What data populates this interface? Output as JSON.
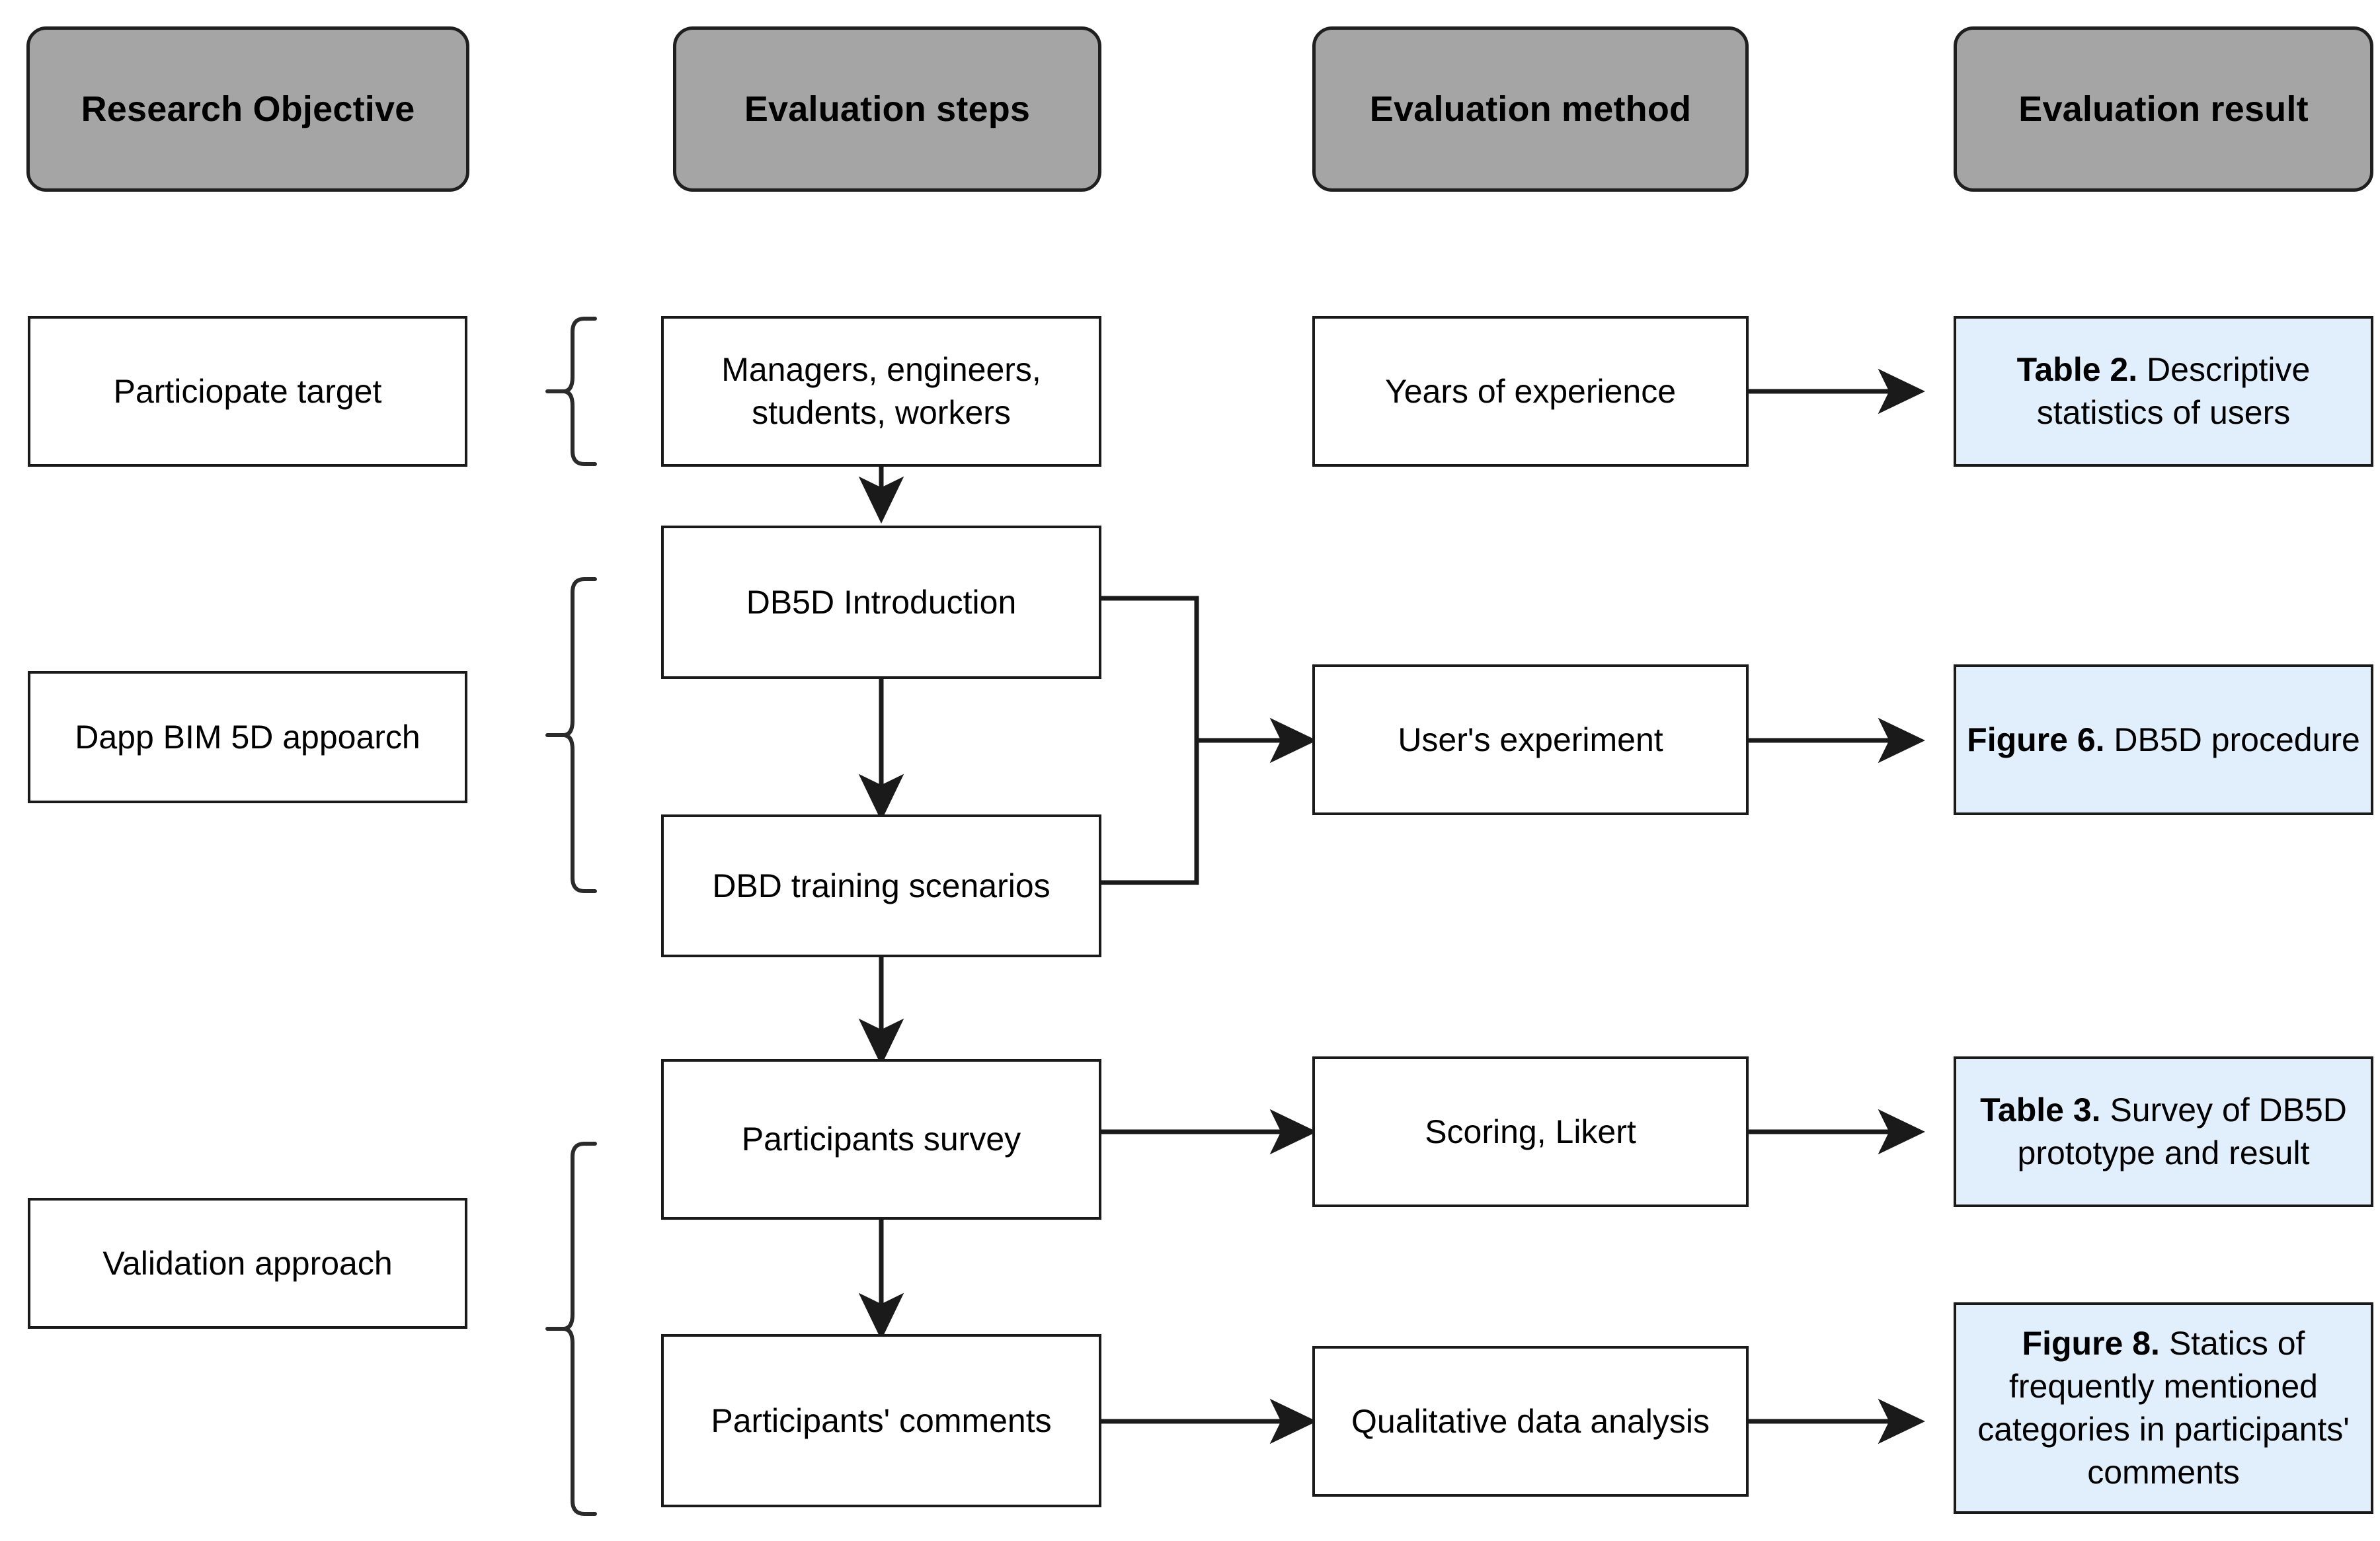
{
  "colors": {
    "header_fill": "#a5a5a5",
    "result_fill": "#e1eefb",
    "box_fill": "#ffffff",
    "stroke": "#1a1a1a"
  },
  "headers": [
    {
      "label": "Research Objective"
    },
    {
      "label": "Evaluation steps"
    },
    {
      "label": "Evaluation method"
    },
    {
      "label": "Evaluation result"
    }
  ],
  "objectives": [
    {
      "label": "Particiopate target"
    },
    {
      "label": "Dapp BIM 5D appoarch"
    },
    {
      "label": "Validation approach"
    }
  ],
  "steps": [
    {
      "line1": "Managers, engineers,",
      "line2": "students, workers"
    },
    {
      "line1": "DB5D Introduction",
      "line2": ""
    },
    {
      "line1": "DBD training scenarios",
      "line2": ""
    },
    {
      "line1": "Participants survey",
      "line2": ""
    },
    {
      "line1": "Participants' comments",
      "line2": ""
    }
  ],
  "methods": [
    {
      "label": "Years of experience"
    },
    {
      "label": "User's experiment"
    },
    {
      "label": "Scoring, Likert"
    },
    {
      "label": "Qualitative data analysis"
    }
  ],
  "results": [
    {
      "bold": "Table 2.",
      "rest": " Descriptive statistics of users"
    },
    {
      "bold": "Figure 6.",
      "rest": " DB5D procedure"
    },
    {
      "bold": "Table 3.",
      "rest": " Survey of DB5D prototype and result"
    },
    {
      "bold": "Figure 8.",
      "rest": " Statics of frequently mentioned categories in participants' comments"
    }
  ]
}
